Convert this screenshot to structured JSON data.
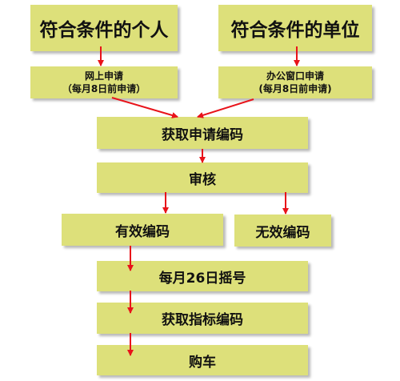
{
  "colors": {
    "box_fill": "#dde07a",
    "arrow": "#e8131a",
    "text": "#111111"
  },
  "nodes": {
    "individual": "符合条件的个人",
    "unit": "符合条件的单位",
    "online_apply": {
      "line1": "网上申请",
      "line2": "（每月8日前申请）"
    },
    "window_apply": {
      "line1": "办公窗口申请",
      "line2": "(每月8日前申请)"
    },
    "get_apply_code": "获取申请编码",
    "review": "审核",
    "valid_code": "有效编码",
    "invalid_code": "无效编码",
    "lottery": "每月26日摇号",
    "get_quota_code": "获取指标编码",
    "buy_car": "购车"
  }
}
